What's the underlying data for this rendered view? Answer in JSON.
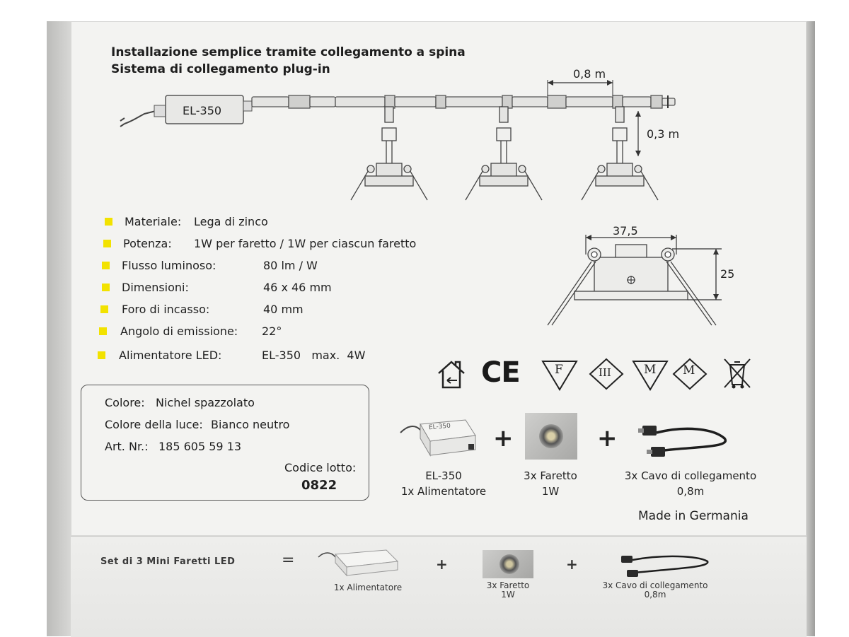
{
  "titles": {
    "line1": "Installazione semplice tramite collegamento a spina",
    "line2": "Sistema di collegamento plug-in"
  },
  "diagram": {
    "driver_label": "EL-350",
    "cable_length": "0,8 m",
    "drop_length": "0,3 m"
  },
  "dimension_drawing": {
    "width": "37,5",
    "height": "25"
  },
  "specs": [
    {
      "label": "Materiale:",
      "value": "Lega di zinco"
    },
    {
      "label": "Potenza:",
      "value": "1W per faretto / 1W per ciascun faretto"
    },
    {
      "label": "Flusso luminoso:",
      "value": "80 lm / W"
    },
    {
      "label": "Dimensioni:",
      "value": "46 x 46 mm"
    },
    {
      "label": "Foro di incasso:",
      "value": "40 mm"
    },
    {
      "label": "Angolo di emissione:",
      "value": "22°"
    },
    {
      "label": "Alimentatore LED:",
      "value": "EL-350   max.  4W"
    }
  ],
  "colors": {
    "bullet": "#f2e200"
  },
  "certifications": [
    {
      "icon": "indoor-house-icon"
    },
    {
      "icon": "ce-mark-icon",
      "text": "CE"
    },
    {
      "icon": "f-mark-icon",
      "text": "F"
    },
    {
      "icon": "class-iii-icon",
      "text": "III"
    },
    {
      "icon": "m-triangle-icon",
      "text": "M"
    },
    {
      "icon": "m-diamond-icon",
      "text": "M"
    },
    {
      "icon": "weee-bin-icon"
    }
  ],
  "info": {
    "color_label": "Colore:",
    "color_value": "Nichel spazzolato",
    "light_label": "Colore della luce:",
    "light_value": "Bianco neutro",
    "art_label": "Art. Nr.:",
    "art_value": "185 605 59 13",
    "lot_label": "Codice lotto:",
    "lot_value": "0822"
  },
  "components": [
    {
      "line1": "EL-350",
      "line2": "1x Alimentatore",
      "image_text": "EL-350"
    },
    {
      "line1": "3x Faretto",
      "line2": "1W"
    },
    {
      "line1": "3x Cavo di collegamento",
      "line2": "0,8m"
    }
  ],
  "plus_sign": "+",
  "made_in": "Made in Germania",
  "front": {
    "set_name": "Set di 3 Mini Faretti LED",
    "equals": "=",
    "plus": "+",
    "items": [
      {
        "line1": "1x Alimentatore",
        "line2": ""
      },
      {
        "line1": "3x Faretto",
        "line2": "1W"
      },
      {
        "line1": "3x Cavo di collegamento",
        "line2": "0,8m"
      }
    ]
  }
}
